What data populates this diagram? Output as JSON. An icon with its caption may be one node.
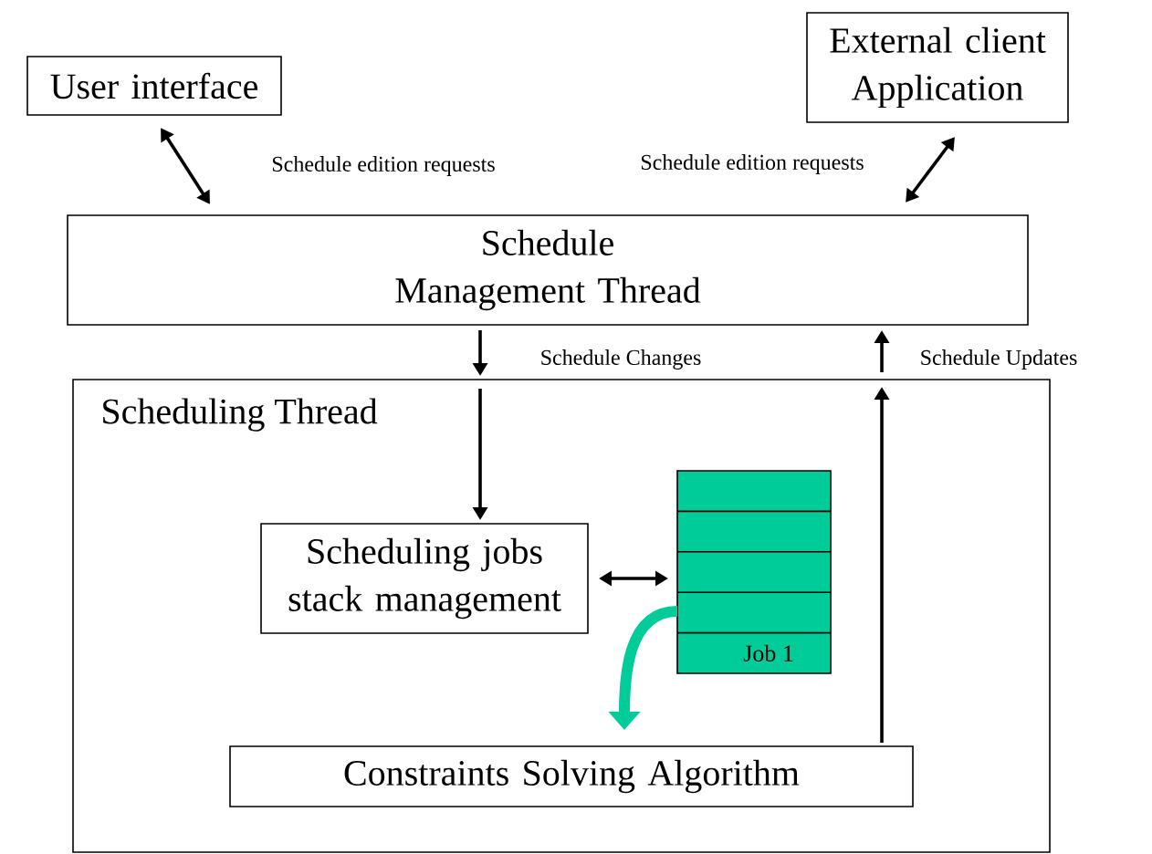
{
  "diagram": {
    "nodes": [
      {
        "text": [
          "User interface"
        ]
      },
      {
        "text": [
          "External client Application"
        ]
      },
      {
        "text": [
          "Schedule Management Thread"
        ]
      },
      {
        "text": [
          "Scheduling Thread"
        ]
      },
      {
        "text": [
          "Scheduling jobs stack management"
        ],
        "in": 3
      },
      {
        "text": [
          "Job 1"
        ],
        "in": 3
      },
      {
        "text": [
          "Constraints Solving Algorithm"
        ],
        "in": 3
      }
    ],
    "edges": [
      {
        "from": 0,
        "to": 2,
        "arrow": "both",
        "label": "Schedule edition requests"
      },
      {
        "from": 1,
        "to": 2,
        "arrow": "both",
        "label": "Schedule edition requests"
      },
      {
        "from": 2,
        "to": 3,
        "arrow": "to",
        "label": "Schedule Changes"
      },
      {
        "from": null,
        "to": 4,
        "arrow": "to"
      },
      {
        "from": 4,
        "to": 5,
        "arrow": "both"
      },
      {
        "from": 5,
        "to": 6,
        "arrow": "to",
        "style": "thick",
        "color": "#00cc99"
      },
      {
        "from": 6,
        "to": null,
        "arrow": "to"
      },
      {
        "from": 3,
        "to": 2,
        "arrow": "to",
        "label": "Schedule Updates"
      }
    ]
  }
}
